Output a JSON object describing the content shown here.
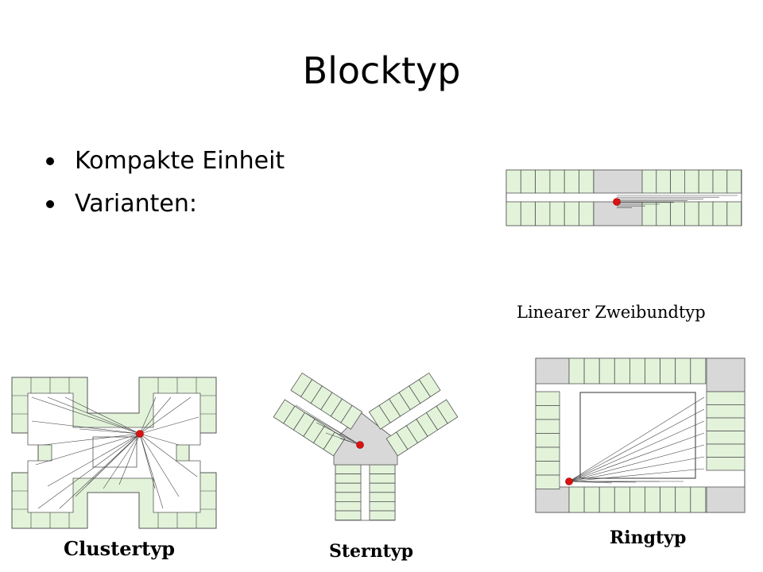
{
  "slide": {
    "title": "Blocktyp",
    "bullets": [
      "Kompakte Einheit",
      "Varianten:"
    ]
  },
  "diagrams": {
    "linear": {
      "caption": "Linearer Zweibundtyp"
    },
    "cluster": {
      "caption": "Clustertyp"
    },
    "stern": {
      "caption": "Sterntyp"
    },
    "ring": {
      "caption": "Ringtyp"
    }
  },
  "colors": {
    "room": "#e2f3da",
    "core": "#d8d8d8",
    "stroke": "#555555",
    "node": "#dd1111"
  }
}
